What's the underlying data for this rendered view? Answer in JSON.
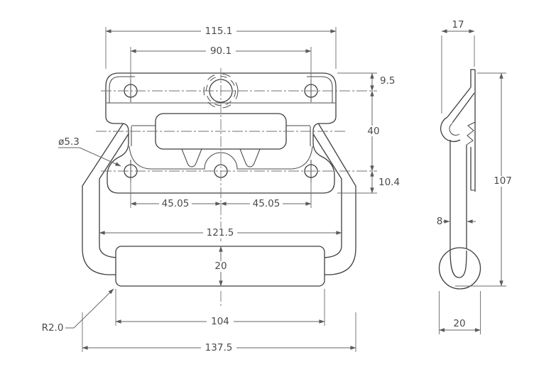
{
  "drawing": {
    "kind": "engineering dimension drawing, chest handle with spring-loaded bail",
    "colors": {
      "background": "#ffffff",
      "object_line": "#3f3f3f",
      "dimension_line": "#666666",
      "text": "#4a4a4a"
    },
    "front_view": {
      "dims": {
        "plate_width": "115.1",
        "hole_span_width": "90.1",
        "top_edge_to_hole_row": "9.5",
        "hole_row_spacing": "40",
        "hole_row_to_bottom_edge": "10.4",
        "hole_diameter": "ø5.3",
        "hole_pitch_left": "45.05",
        "hole_pitch_right": "45.05",
        "bail_inner_width": "121.5",
        "grip_height": "20",
        "grip_length": "104",
        "grip_corner_radius": "R2.0",
        "overall_width": "137.5"
      }
    },
    "side_view": {
      "dims": {
        "bracket_depth": "17",
        "overall_height": "107",
        "wire_thickness": "8",
        "grip_diameter": "20"
      }
    }
  }
}
